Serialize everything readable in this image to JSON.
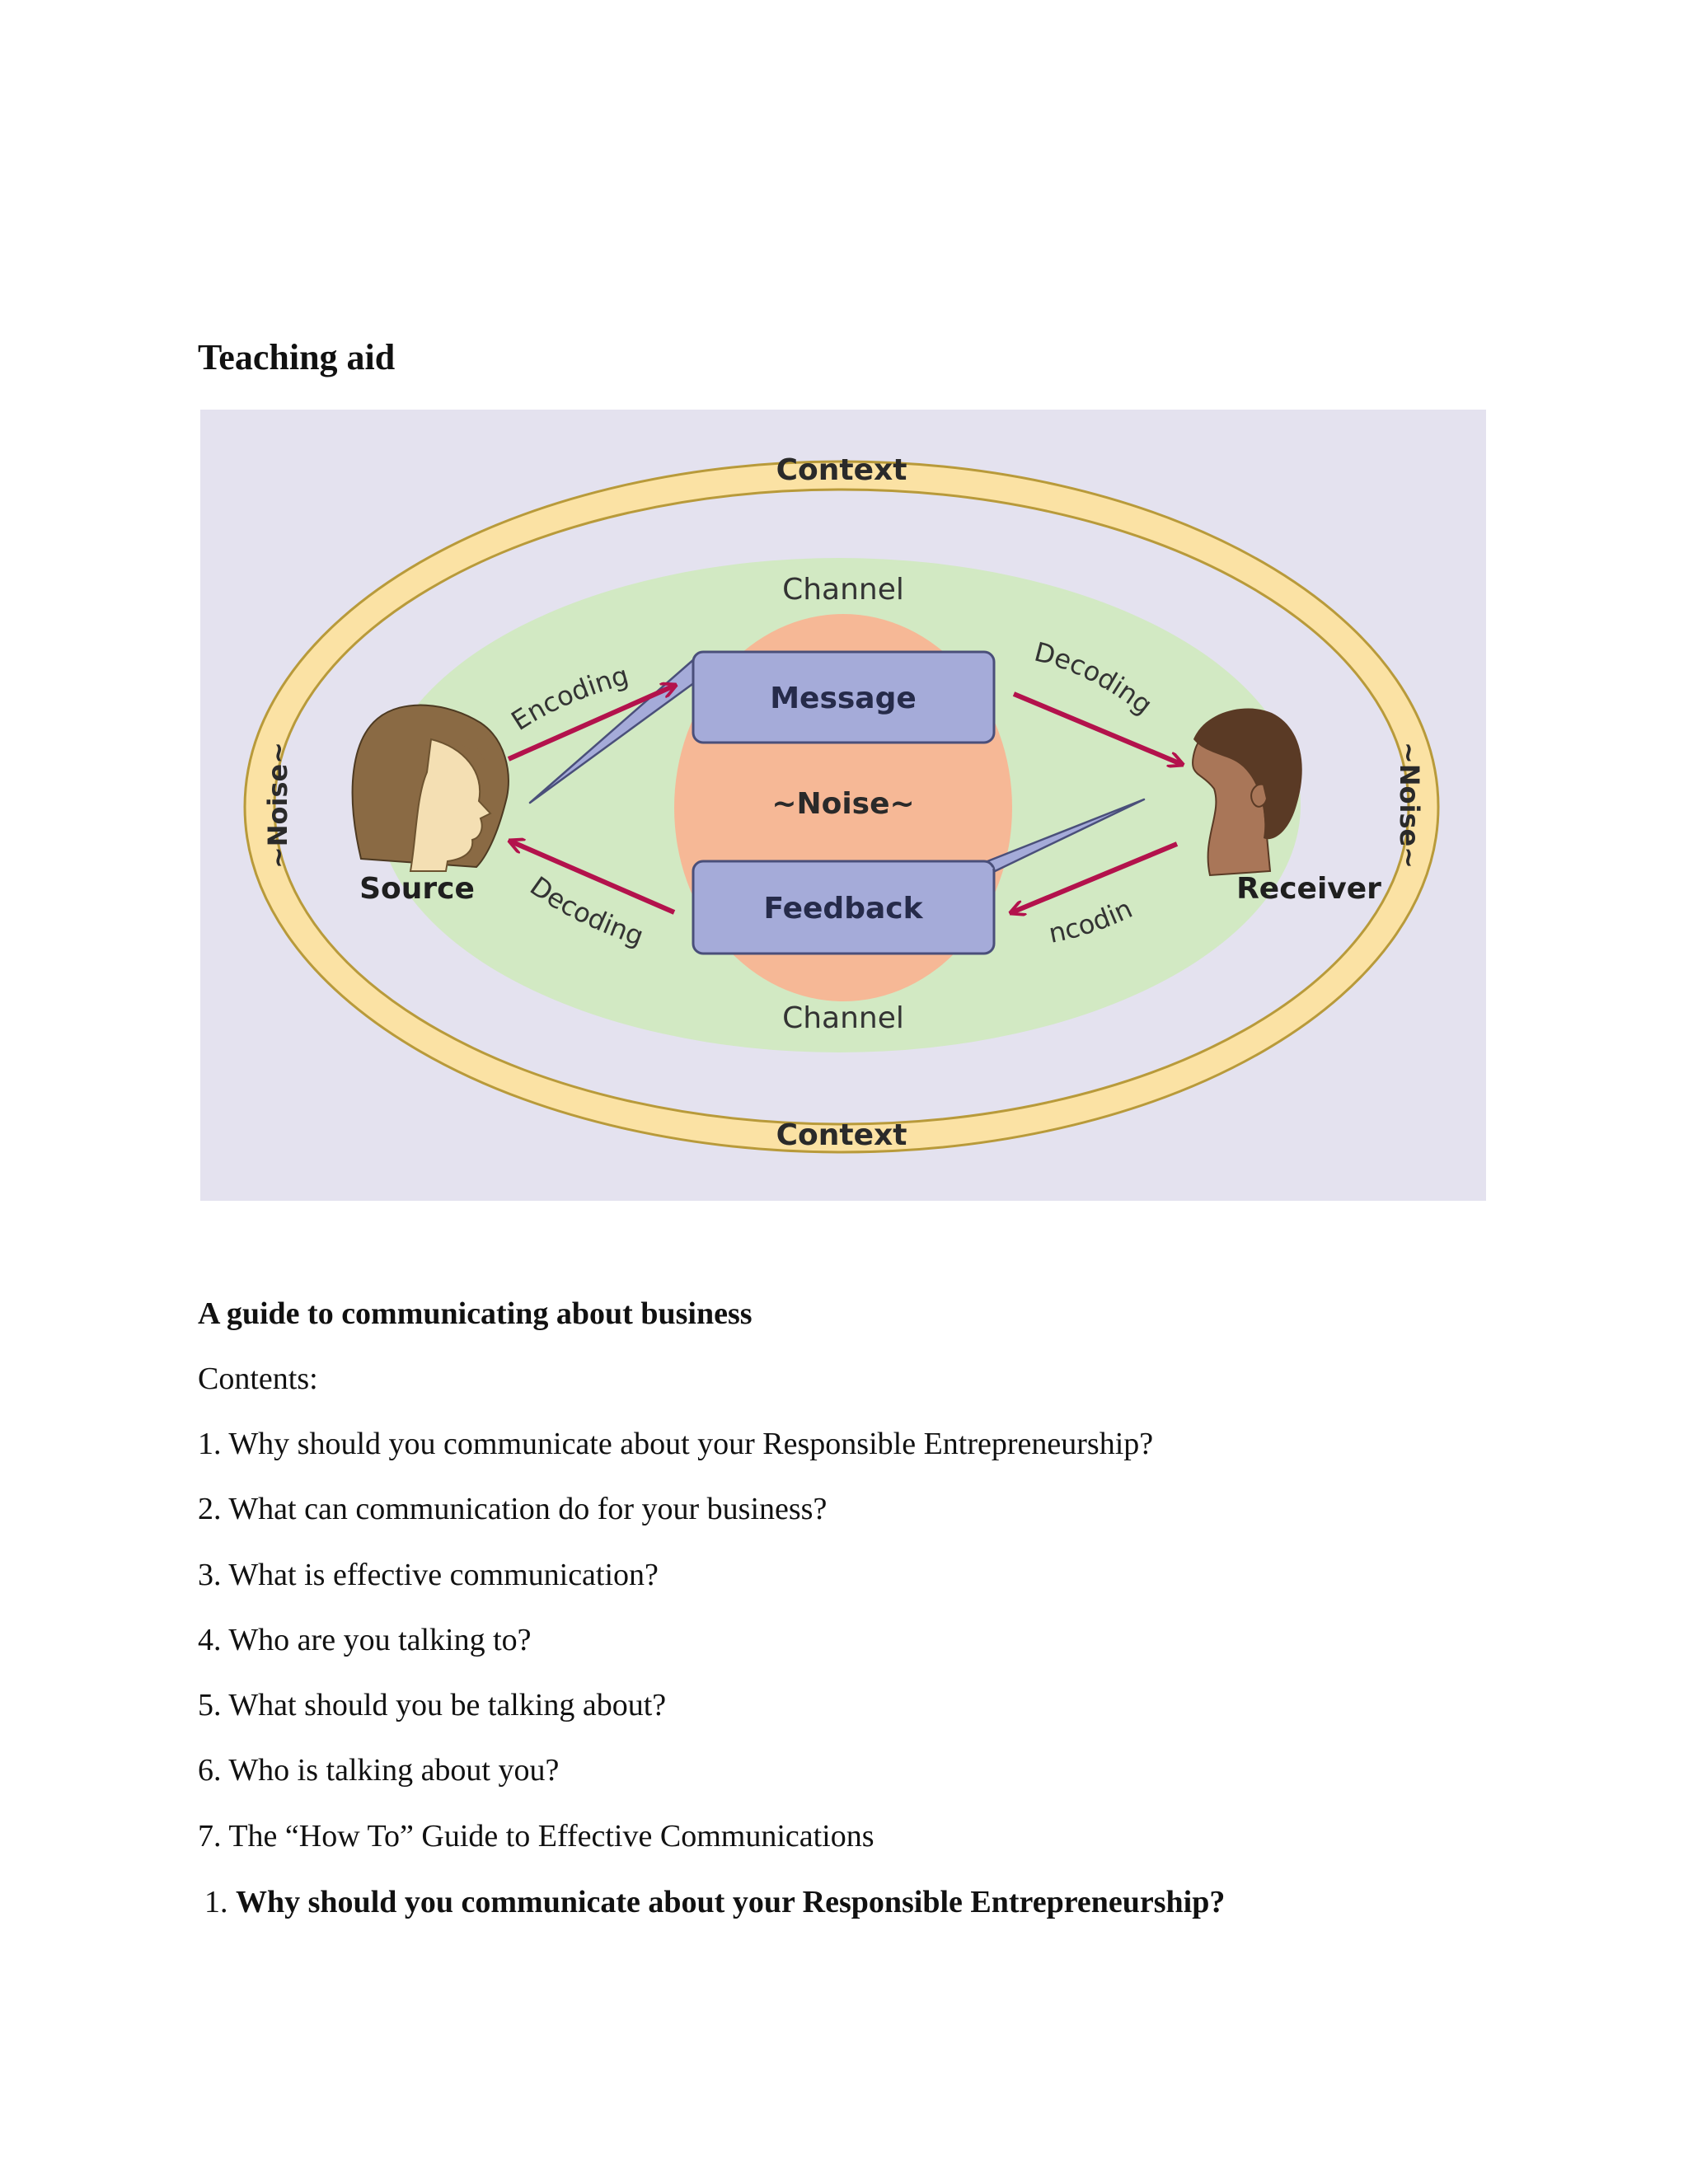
{
  "page": {
    "title": "Teaching aid",
    "section_heading": "A guide to communicating about business",
    "contents_label": "Contents:",
    "contents": [
      "1. Why should you communicate about your Responsible Entrepreneurship?",
      "2. What can communication do for your business?",
      "3. What is effective communication?",
      "4. Who are you talking to?",
      "5. What should you be talking about?",
      "6. Who is talking about you?",
      "7. The “How To” Guide to Effective Communications"
    ],
    "final_heading": {
      "number": "1.",
      "text": "Why should you communicate about your Responsible Entrepreneurship?"
    }
  },
  "diagram": {
    "context_top": "Context",
    "context_bottom": "Context",
    "noise_left": "~Noise~",
    "noise_right": "~Noise~",
    "channel_top": "Channel",
    "channel_bottom": "Channel",
    "message": "Message",
    "noise_center": "~Noise~",
    "feedback": "Feedback",
    "source": "Source",
    "receiver": "Receiver",
    "encoding_source": "Encoding",
    "decoding_receiver": "Decoding",
    "decoding_source": "Decoding",
    "encoding_receiver": "Encoding",
    "colors": {
      "background": "#e4e2ef",
      "context_ring": "#fbe2a4",
      "ring_border": "#b89a3a",
      "channel": "#d2e9c3",
      "noise_center": "#f6b896",
      "bubble": "#a5abd9",
      "bubble_border": "#4a4f7a",
      "arrow": "#b3124c",
      "source_hair": "#8a6a44",
      "source_skin": "#f4dfb3",
      "receiver_hair": "#5a3a25",
      "receiver_skin": "#a97658"
    }
  }
}
